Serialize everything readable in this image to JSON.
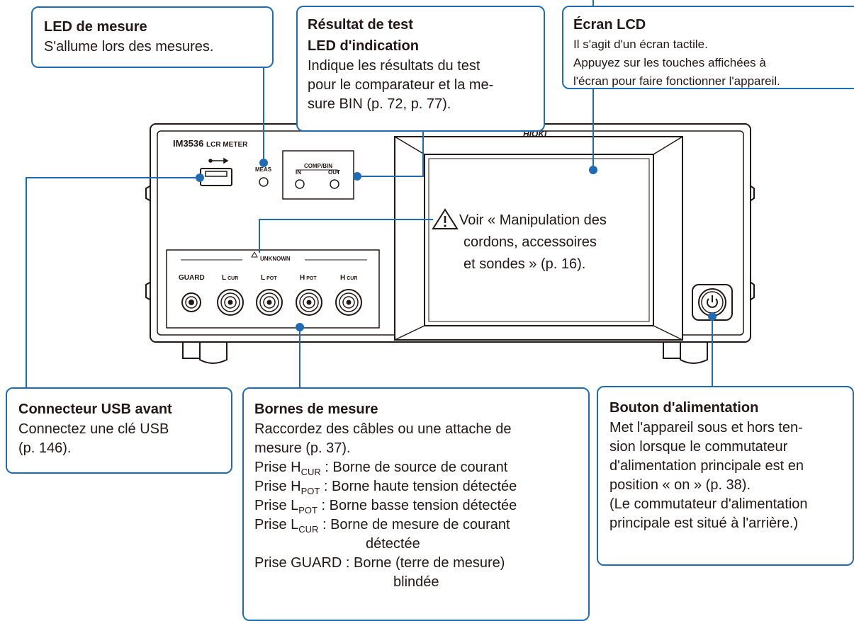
{
  "device": {
    "model": "IM3536",
    "model_suffix": "LCR METER",
    "brand": "HIOKI",
    "meas_label": "MEAS",
    "comp_label": "COMP/BIN",
    "in_label": "IN",
    "out_label": "OUT",
    "unknown_label": "UNKNOWN",
    "terminals": [
      {
        "main": "GUARD",
        "sub": ""
      },
      {
        "main": "L",
        "sub": "CUR"
      },
      {
        "main": "L",
        "sub": "POT"
      },
      {
        "main": "H",
        "sub": "POT"
      },
      {
        "main": "H",
        "sub": "CUR"
      }
    ],
    "warning_text": [
      "Voir « Manipulation des",
      "cordons, accessoires",
      "et sondes » (p. 16)."
    ]
  },
  "callouts": {
    "led_mesure": {
      "title": "LED de mesure",
      "body": "S'allume lors des mesures."
    },
    "resultat": {
      "title1": "Résultat de test",
      "title2": "LED d'indication",
      "lines": [
        "Indique les résultats du test",
        "pour le comparateur et la me-",
        "sure BIN (p. 72, p. 77)."
      ]
    },
    "ecran": {
      "title": "Écran LCD",
      "lines": [
        "Il s'agit d'un écran tactile.",
        "Appuyez sur les touches affichées à",
        "l'écran pour faire fonctionner l'appareil."
      ]
    },
    "usb": {
      "title": "Connecteur USB avant",
      "lines": [
        "Connectez une clé USB",
        "(p. 146)."
      ]
    },
    "bornes": {
      "title": "Bornes de mesure",
      "lines": [
        "Raccordez des câbles ou une attache de",
        "mesure (p. 37)."
      ],
      "jacks": [
        {
          "prefix": "Prise H",
          "sub": "CUR",
          "desc": " : Borne de source de courant"
        },
        {
          "prefix": "Prise H",
          "sub": "POT",
          "desc": " : Borne haute tension détectée"
        },
        {
          "prefix": "Prise L",
          "sub": "POT",
          "desc": " : Borne basse tension détectée"
        },
        {
          "prefix": "Prise L",
          "sub": "CUR",
          "desc": " : Borne de mesure de courant"
        }
      ],
      "lcur_cont": "détectée",
      "guard": "Prise GUARD : Borne (terre de mesure)",
      "guard_cont": "blindée"
    },
    "alim": {
      "title": "Bouton d'alimentation",
      "lines": [
        "Met l'appareil sous et hors ten-",
        "sion lorsque le commutateur",
        "d'alimentation principale est en",
        "position « on » (p. 38).",
        "(Le commutateur d'alimentation",
        "principale est situé à l'arrière.)"
      ]
    }
  }
}
